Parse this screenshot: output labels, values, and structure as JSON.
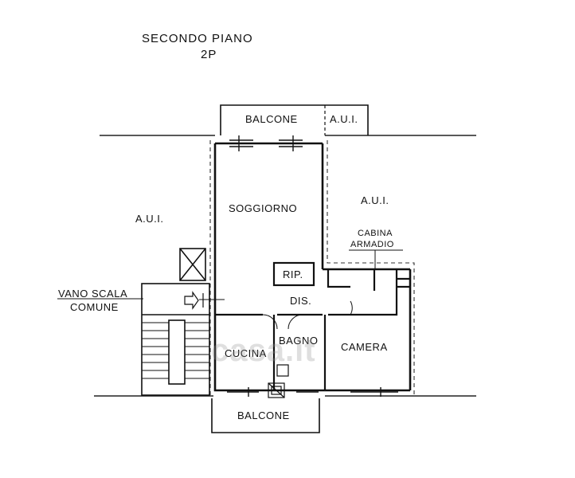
{
  "plan": {
    "title": "SECONDO PIANO",
    "subtitle": "2P",
    "rooms": {
      "balcone_top": "BALCONE",
      "aui_top": "A.U.I.",
      "aui_right": "A.U.I.",
      "aui_left": "A.U.I.",
      "soggiorno": "SOGGIORNO",
      "cabina_line1": "CABINA",
      "cabina_line2": "ARMADIO",
      "rip": "RIP.",
      "dis": "DIS.",
      "vano_line1": "VANO SCALA",
      "vano_line2": "COMUNE",
      "cucina": "CUCINA",
      "bagno": "BAGNO",
      "camera": "CAMERA",
      "balcone_bottom": "BALCONE"
    },
    "watermark": "casa.it"
  }
}
